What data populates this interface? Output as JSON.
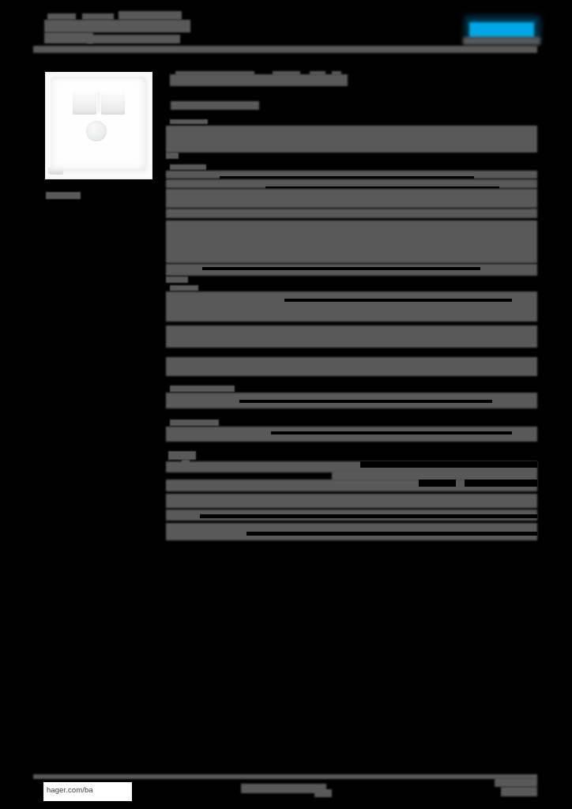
{
  "document": {
    "kind": "product-datasheet",
    "brand": "hager",
    "brand_color": "#00aeef",
    "page_background": "#000000",
    "redaction_color": "#595959",
    "header": {
      "title_redacted": true,
      "subtitle_redacted": true,
      "rule": true
    },
    "product_image": {
      "caption_redacted": true,
      "alt": "white motion detector wall insert with twin lens block and round sensor eye"
    },
    "main": {
      "title_redacted": true,
      "subtitle_redacted": true,
      "sections": [
        {
          "heading_redacted": true,
          "rows": [
            {
              "label_redacted": true,
              "value_redacted": true,
              "leader": true
            },
            {
              "label_redacted": true,
              "value_redacted": true,
              "leader": true
            },
            {
              "label_redacted": true,
              "value_redacted": true,
              "leader": false
            },
            {
              "label_redacted": true,
              "value_redacted": true,
              "leader": true
            }
          ]
        },
        {
          "heading_redacted": true,
          "rows": [
            {
              "label_redacted": true,
              "value_redacted": true,
              "leader": true
            },
            {
              "label_redacted": true,
              "value_redacted": true,
              "leader": false
            },
            {
              "label_redacted": true,
              "value_redacted": true,
              "leader": true
            },
            {
              "label_redacted": true,
              "value_redacted": true,
              "leader": false
            }
          ]
        },
        {
          "heading_redacted": true,
          "rows": [
            {
              "label_redacted": true,
              "value_redacted": true,
              "leader": true
            }
          ]
        },
        {
          "heading_redacted": true,
          "rows": [
            {
              "label_redacted": true,
              "value_redacted": true,
              "leader": true
            }
          ]
        },
        {
          "heading_redacted": true,
          "rows": [
            {
              "label_redacted": true,
              "value_redacted": true,
              "leader": false
            },
            {
              "label_redacted": true,
              "value_redacted": true,
              "leader": false
            },
            {
              "label_redacted": true,
              "value_redacted": true,
              "leader": true
            },
            {
              "label_redacted": true,
              "value_redacted": true,
              "leader": true
            }
          ]
        }
      ]
    },
    "footer": {
      "url": "hager.com/ba",
      "center_text_redacted": true,
      "page_number_redacted": true
    }
  }
}
